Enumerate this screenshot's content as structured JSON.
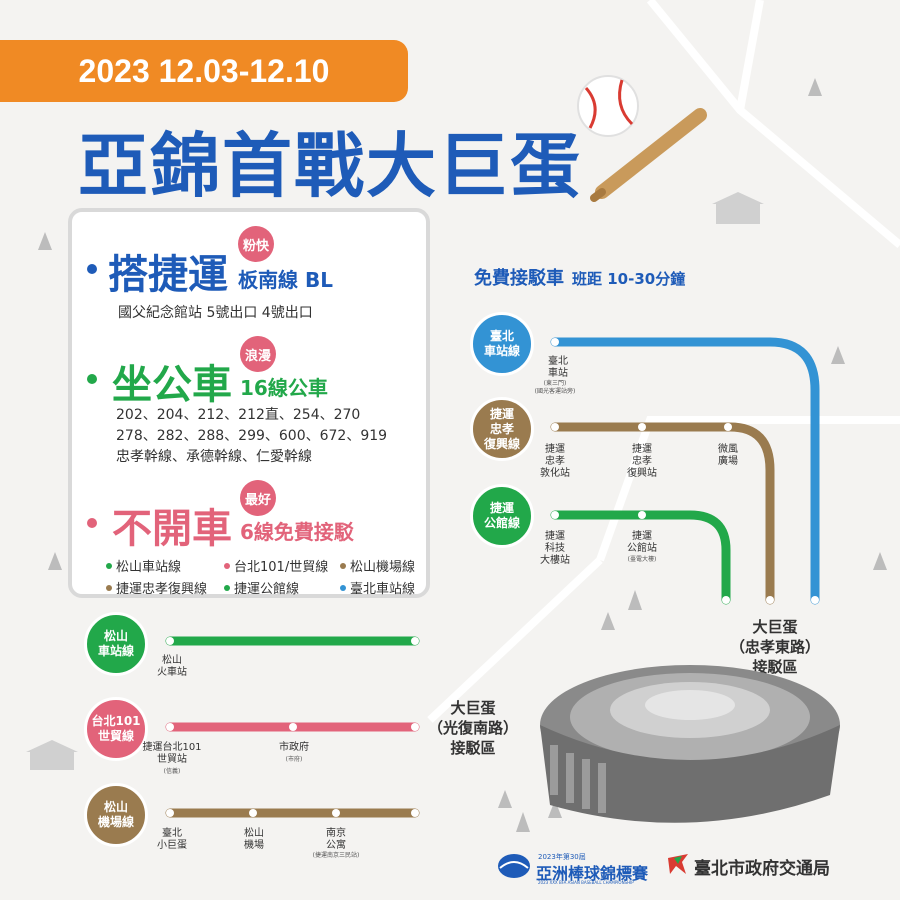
{
  "header": {
    "date": "2023 12.03-12.10",
    "title": "亞錦首戰大巨蛋"
  },
  "mrt": {
    "badge": "粉快",
    "heading": "搭捷運",
    "line": "板南線 BL",
    "detail": "國父紀念館站  5號出口 4號出口"
  },
  "bus": {
    "badge": "浪漫",
    "heading": "坐公車",
    "line": "16線公車",
    "routes": [
      "202、204、212、212直、254、270",
      "278、282、288、299、600、672、919",
      "忠孝幹線、承德幹線、仁愛幹線"
    ]
  },
  "nodrive": {
    "badge": "最好",
    "heading": "不開車",
    "line": "6線免費接駁",
    "legend": [
      {
        "label": "松山車站線",
        "color": "#22a84a"
      },
      {
        "label": "台北101/世貿線",
        "color": "#e2637a"
      },
      {
        "label": "松山機場線",
        "color": "#9a7b4f"
      },
      {
        "label": "捷運忠孝復興線",
        "color": "#9a7b4f"
      },
      {
        "label": "捷運公館線",
        "color": "#22a84a"
      },
      {
        "label": "臺北車站線",
        "color": "#3393d4"
      }
    ]
  },
  "shuttle": {
    "title": "免費接駁車",
    "interval": "班距 10-30分鐘"
  },
  "east_lines": {
    "taipei_station": {
      "label": "臺北\n車站線",
      "stop": "臺北\n車站",
      "note": "(東三門)\n(國光客運站旁)"
    },
    "zhongxiao_fuxing": {
      "label": "捷運\n忠孝\n復興線",
      "stops": [
        "捷運\n忠孝\n敦化站",
        "捷運\n忠孝\n復興站",
        "微風\n廣場"
      ]
    },
    "gongguan": {
      "label": "捷運\n公館線",
      "stops": [
        "捷運\n科技\n大樓站",
        "捷運\n公館站"
      ],
      "note": "(臺電大樓)"
    }
  },
  "east_hub": "大巨蛋\n（忠孝東路）\n接駁區",
  "west_hub": "大巨蛋\n（光復南路）\n接駁區",
  "west_lines": {
    "songshan_station": {
      "label": "松山\n車站線",
      "stop": "松山\n火車站"
    },
    "taipei101": {
      "label": "台北101\n世貿線",
      "stops": [
        "捷運台北101\n世貿站",
        "市政府"
      ],
      "notes": [
        "(信義)",
        "(市府)"
      ]
    },
    "songshan_airport": {
      "label": "松山\n機場線",
      "stops": [
        "臺北\n小巨蛋",
        "松山\n機場",
        "南京\n公寓"
      ],
      "note": "(捷運南京三民站)"
    }
  },
  "footer": {
    "logo_line1": "2023年第30屆",
    "logo_line2": "亞洲棒球錦標賽",
    "logo_line3": "2023 XXX BFA ASIAN BASEBALL CHAMPIONSHIP",
    "agency": "臺北市政府交通局"
  },
  "colors": {
    "blue": "#1e5bb8",
    "green": "#22a84a",
    "pink": "#e2637a",
    "brown": "#9a7b4f",
    "skyblue": "#3393d4",
    "orange": "#f08a24"
  }
}
